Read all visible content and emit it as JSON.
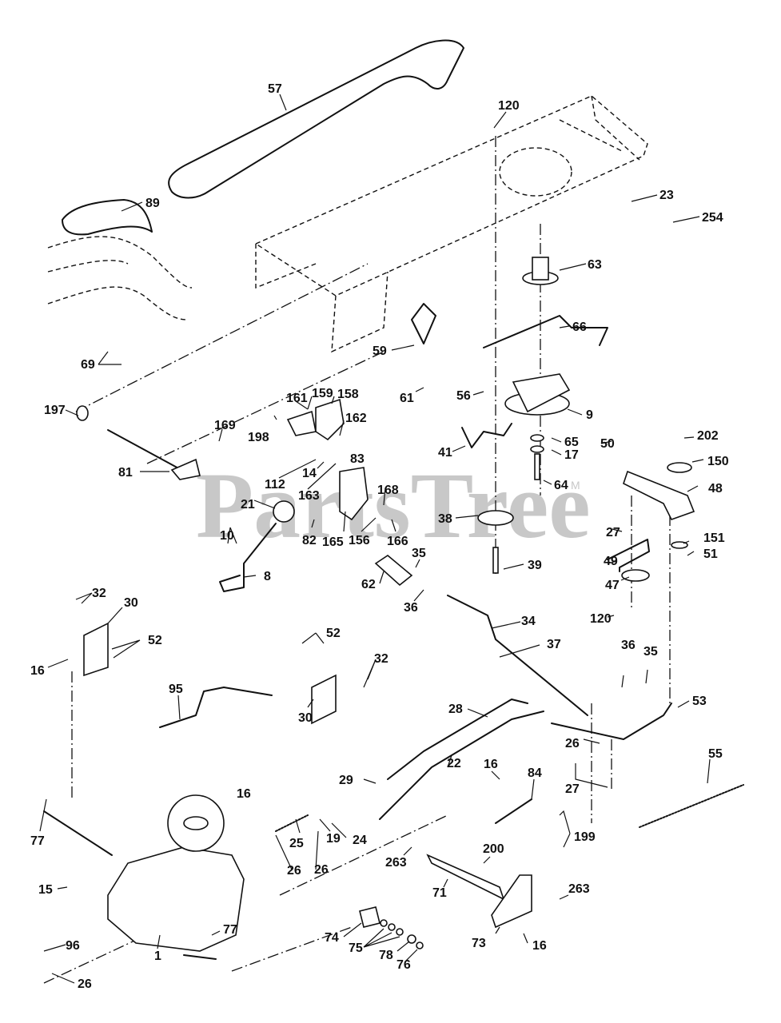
{
  "diagram": {
    "title": "Ground Drive / Transaxle Parts Diagram",
    "watermark": "PartsTree",
    "watermark_tm": "M",
    "colors": {
      "line": "#111111",
      "watermark": "#c8c8c8",
      "background": "#ffffff"
    },
    "callouts": [
      {
        "id": "57",
        "label": "57"
      },
      {
        "id": "120a",
        "label": "120"
      },
      {
        "id": "89",
        "label": "89"
      },
      {
        "id": "23",
        "label": "23"
      },
      {
        "id": "254",
        "label": "254"
      },
      {
        "id": "63",
        "label": "63"
      },
      {
        "id": "66",
        "label": "66"
      },
      {
        "id": "69",
        "label": "69"
      },
      {
        "id": "59",
        "label": "59"
      },
      {
        "id": "61",
        "label": "61"
      },
      {
        "id": "56",
        "label": "56"
      },
      {
        "id": "9",
        "label": "9"
      },
      {
        "id": "197",
        "label": "197"
      },
      {
        "id": "161",
        "label": "161"
      },
      {
        "id": "159",
        "label": "159"
      },
      {
        "id": "158",
        "label": "158"
      },
      {
        "id": "169",
        "label": "169"
      },
      {
        "id": "198",
        "label": "198"
      },
      {
        "id": "162",
        "label": "162"
      },
      {
        "id": "65",
        "label": "65"
      },
      {
        "id": "17",
        "label": "17"
      },
      {
        "id": "50",
        "label": "50"
      },
      {
        "id": "202",
        "label": "202"
      },
      {
        "id": "150",
        "label": "150"
      },
      {
        "id": "41",
        "label": "41"
      },
      {
        "id": "83",
        "label": "83"
      },
      {
        "id": "81",
        "label": "81"
      },
      {
        "id": "112",
        "label": "112"
      },
      {
        "id": "14",
        "label": "14"
      },
      {
        "id": "163",
        "label": "163"
      },
      {
        "id": "168",
        "label": "168"
      },
      {
        "id": "64",
        "label": "64"
      },
      {
        "id": "48",
        "label": "48"
      },
      {
        "id": "21",
        "label": "21"
      },
      {
        "id": "38",
        "label": "38"
      },
      {
        "id": "27a",
        "label": "27"
      },
      {
        "id": "82",
        "label": "82"
      },
      {
        "id": "165",
        "label": "165"
      },
      {
        "id": "156",
        "label": "156"
      },
      {
        "id": "166",
        "label": "166"
      },
      {
        "id": "10",
        "label": "10"
      },
      {
        "id": "151",
        "label": "151"
      },
      {
        "id": "35a",
        "label": "35"
      },
      {
        "id": "51",
        "label": "51"
      },
      {
        "id": "39",
        "label": "39"
      },
      {
        "id": "49",
        "label": "49"
      },
      {
        "id": "8",
        "label": "8"
      },
      {
        "id": "62",
        "label": "62"
      },
      {
        "id": "47",
        "label": "47"
      },
      {
        "id": "32a",
        "label": "32"
      },
      {
        "id": "30a",
        "label": "30"
      },
      {
        "id": "36a",
        "label": "36"
      },
      {
        "id": "34",
        "label": "34"
      },
      {
        "id": "120b",
        "label": "120"
      },
      {
        "id": "52a",
        "label": "52"
      },
      {
        "id": "16a",
        "label": "16"
      },
      {
        "id": "52b",
        "label": "52"
      },
      {
        "id": "37",
        "label": "37"
      },
      {
        "id": "36b",
        "label": "36"
      },
      {
        "id": "35b",
        "label": "35"
      },
      {
        "id": "32b",
        "label": "32"
      },
      {
        "id": "95",
        "label": "95"
      },
      {
        "id": "30b",
        "label": "30"
      },
      {
        "id": "53",
        "label": "53"
      },
      {
        "id": "28",
        "label": "28"
      },
      {
        "id": "26a",
        "label": "26"
      },
      {
        "id": "55",
        "label": "55"
      },
      {
        "id": "22",
        "label": "22"
      },
      {
        "id": "27b",
        "label": "27"
      },
      {
        "id": "29",
        "label": "29"
      },
      {
        "id": "16b",
        "label": "16"
      },
      {
        "id": "84",
        "label": "84"
      },
      {
        "id": "16c",
        "label": "16"
      },
      {
        "id": "77a",
        "label": "77"
      },
      {
        "id": "25",
        "label": "25"
      },
      {
        "id": "19",
        "label": "19"
      },
      {
        "id": "24",
        "label": "24"
      },
      {
        "id": "199",
        "label": "199"
      },
      {
        "id": "26b",
        "label": "26"
      },
      {
        "id": "26c",
        "label": "26"
      },
      {
        "id": "263a",
        "label": "263"
      },
      {
        "id": "200",
        "label": "200"
      },
      {
        "id": "15",
        "label": "15"
      },
      {
        "id": "71",
        "label": "71"
      },
      {
        "id": "263b",
        "label": "263"
      },
      {
        "id": "77b",
        "label": "77"
      },
      {
        "id": "74",
        "label": "74"
      },
      {
        "id": "96",
        "label": "96"
      },
      {
        "id": "1",
        "label": "1"
      },
      {
        "id": "75",
        "label": "75"
      },
      {
        "id": "78",
        "label": "78"
      },
      {
        "id": "73",
        "label": "73"
      },
      {
        "id": "16d",
        "label": "16"
      },
      {
        "id": "76",
        "label": "76"
      },
      {
        "id": "26d",
        "label": "26"
      }
    ]
  }
}
